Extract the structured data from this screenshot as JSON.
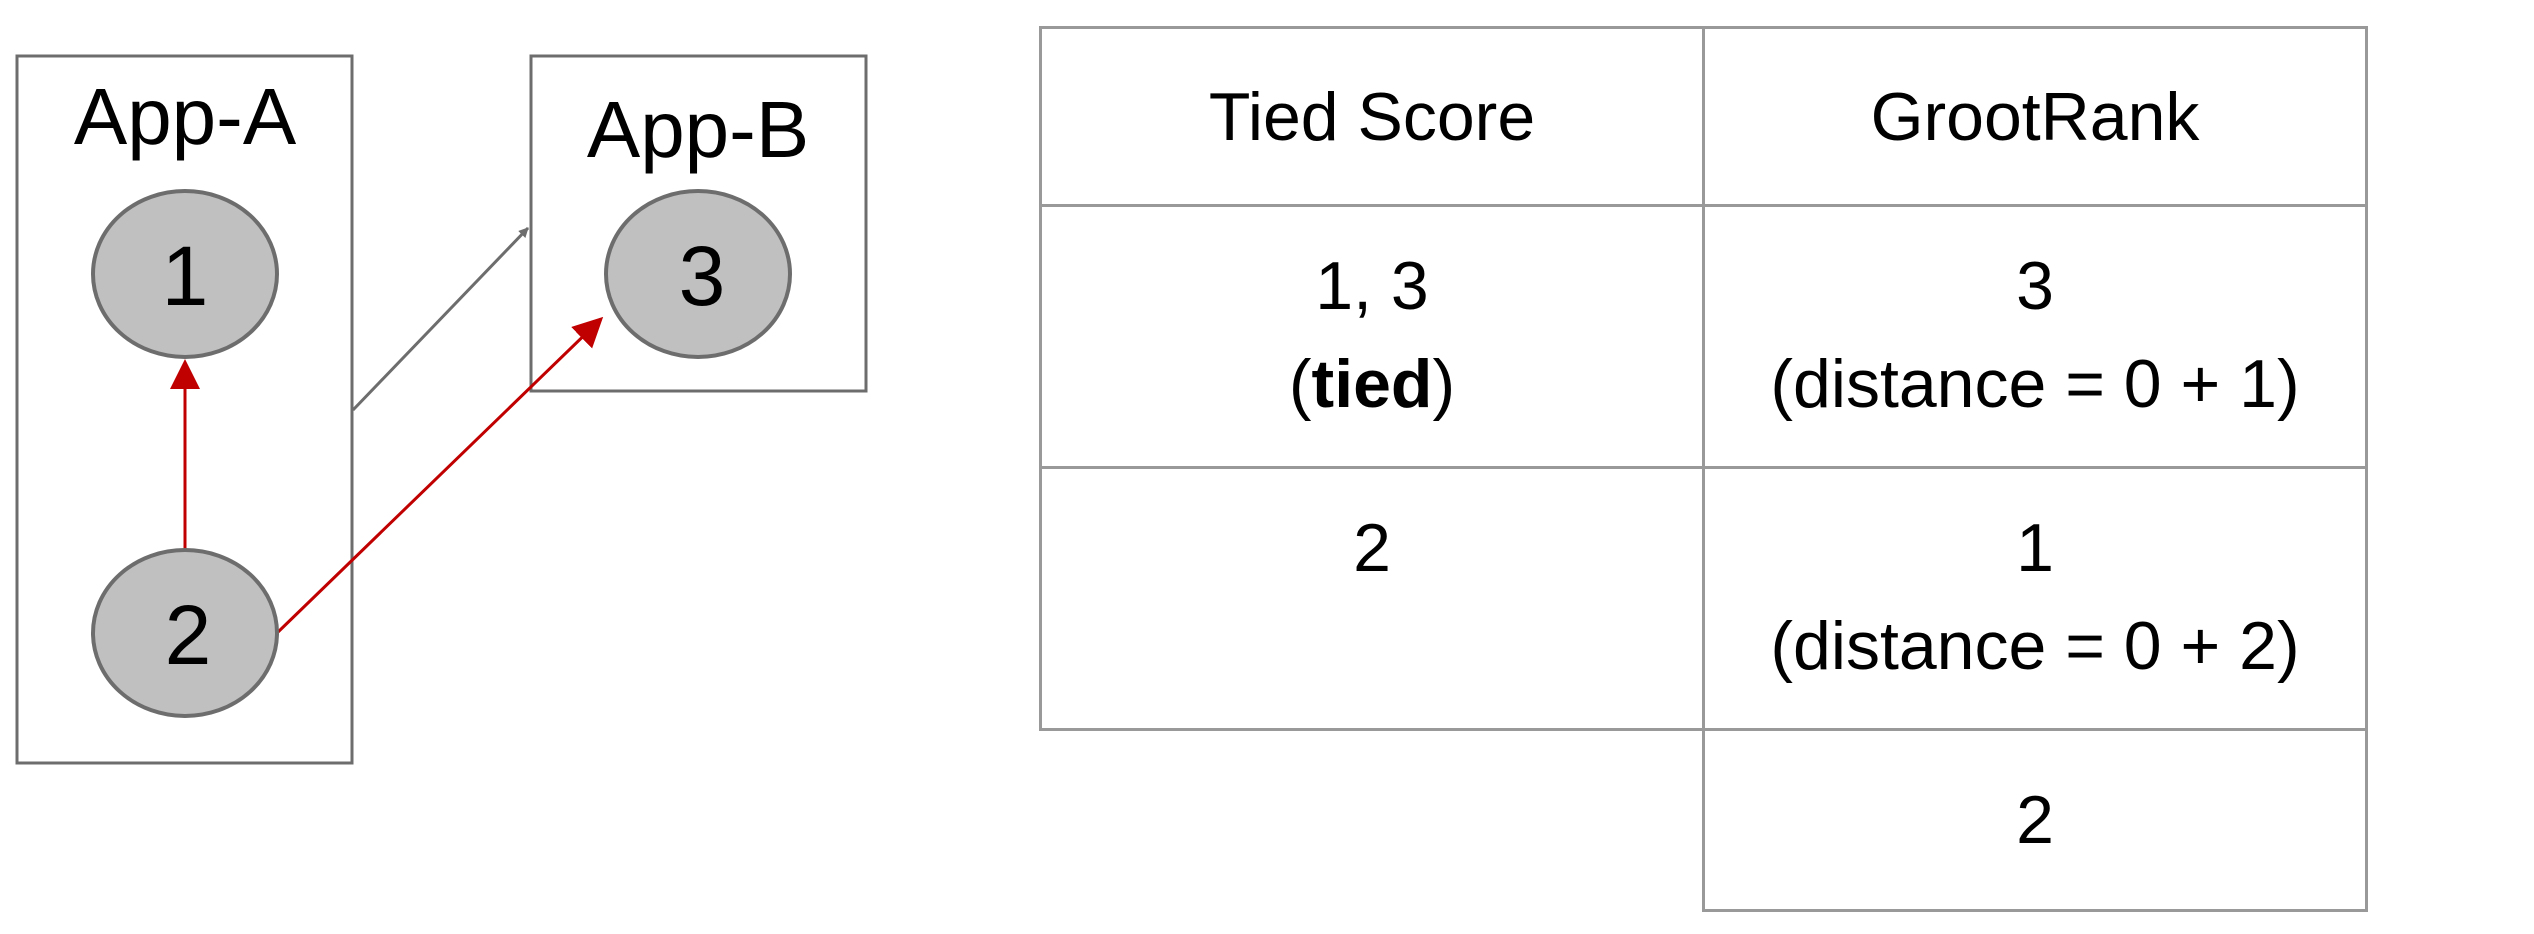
{
  "diagram": {
    "groups": [
      {
        "label": "App-A"
      },
      {
        "label": "App-B"
      }
    ],
    "nodes": [
      {
        "label": "1"
      },
      {
        "label": "2"
      },
      {
        "label": "3"
      }
    ],
    "colors": {
      "node_fill": "#c0c0c0",
      "stroke": "#6d6d6d",
      "highlight_edge": "#c00000"
    }
  },
  "table": {
    "headers": [
      "Tied Score",
      "GrootRank"
    ],
    "rows": [
      {
        "tied": {
          "line1": "1, 3",
          "open": "(",
          "bold": "tied",
          "close": ")"
        },
        "groot": {
          "line1": "3",
          "line2": "(distance = 0 + 1)"
        }
      },
      {
        "tied": {
          "line1": "2"
        },
        "groot": {
          "line1": "1",
          "line2": "(distance = 0 + 2)"
        }
      },
      {
        "groot": {
          "line1": "2"
        }
      }
    ]
  }
}
